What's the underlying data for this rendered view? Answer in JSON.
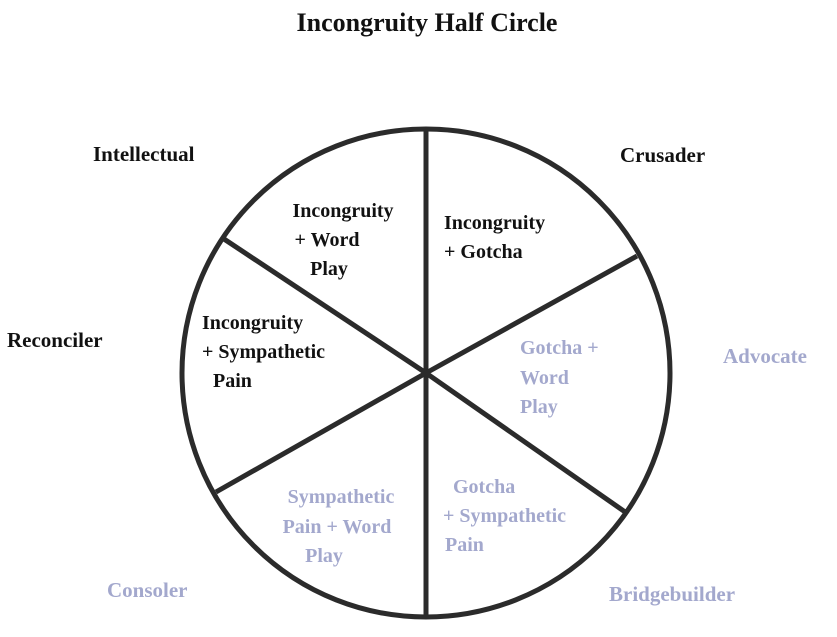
{
  "title": "Incongruity Half Circle",
  "colors": {
    "dark": "#111111",
    "faded": "#a3a8cd",
    "line": "#2b2b2b"
  },
  "roles": {
    "intellectual": "Intellectual",
    "crusader": "Crusader",
    "reconciler": "Reconciler",
    "advocate": "Advocate",
    "consoler": "Consoler",
    "bridgebuilder": "Bridgebuilder"
  },
  "sectors": {
    "incongruity_word_play": [
      "Incongruity",
      "+ Word",
      "Play"
    ],
    "incongruity_gotcha": [
      "Incongruity",
      "+ Gotcha"
    ],
    "incongruity_sympathetic_pain": [
      "Incongruity",
      "+ Sympathetic",
      "Pain"
    ],
    "gotcha_word_play": [
      "Gotcha +",
      "Word",
      "Play"
    ],
    "sympathetic_pain_word_play": [
      "Sympathetic",
      "Pain + Word",
      "Play"
    ],
    "gotcha_sympathetic_pain": [
      "Gotcha",
      "+ Sympathetic",
      "Pain"
    ]
  }
}
